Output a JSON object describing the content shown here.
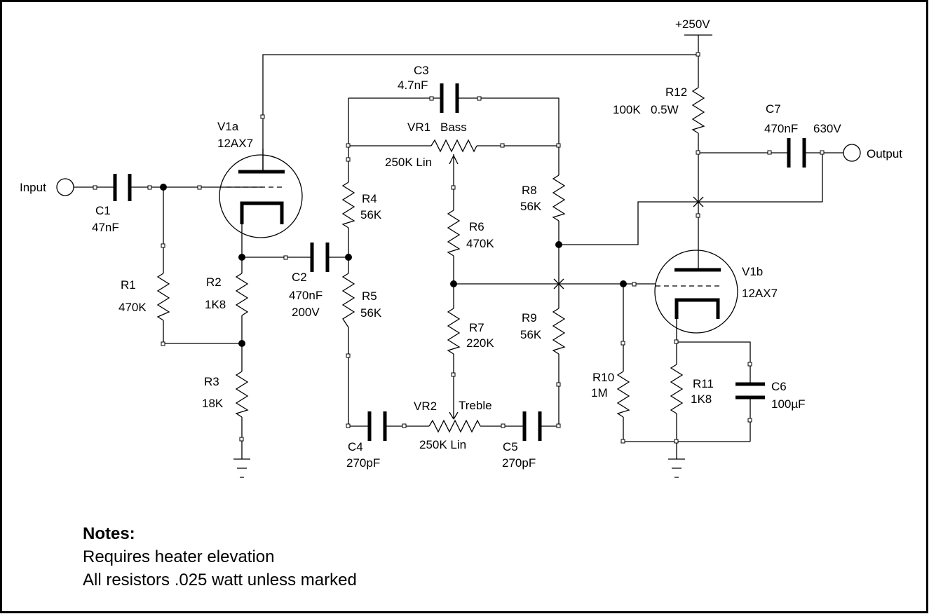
{
  "supply": {
    "label": "+250V"
  },
  "ports": {
    "input": "Input",
    "output": "Output"
  },
  "tubes": [
    {
      "ref": "V1a",
      "type": "12AX7"
    },
    {
      "ref": "V1b",
      "type": "12AX7"
    }
  ],
  "components": {
    "C1": {
      "ref": "C1",
      "value": "47nF"
    },
    "C2": {
      "ref": "C2",
      "value": "470nF",
      "rating": "200V"
    },
    "C3": {
      "ref": "C3",
      "value": "4.7nF"
    },
    "C4": {
      "ref": "C4",
      "value": "270pF"
    },
    "C5": {
      "ref": "C5",
      "value": "270pF"
    },
    "C6": {
      "ref": "C6",
      "value": "100µF"
    },
    "C7": {
      "ref": "C7",
      "value": "470nF",
      "rating": "630V"
    },
    "R1": {
      "ref": "R1",
      "value": "470K"
    },
    "R2": {
      "ref": "R2",
      "value": "1K8"
    },
    "R3": {
      "ref": "R3",
      "value": "18K"
    },
    "R4": {
      "ref": "R4",
      "value": "56K"
    },
    "R5": {
      "ref": "R5",
      "value": "56K"
    },
    "R6": {
      "ref": "R6",
      "value": "470K"
    },
    "R7": {
      "ref": "R7",
      "value": "220K"
    },
    "R8": {
      "ref": "R8",
      "value": "56K"
    },
    "R9": {
      "ref": "R9",
      "value": "56K"
    },
    "R10": {
      "ref": "R10",
      "value": "1M"
    },
    "R11": {
      "ref": "R11",
      "value": "1K8"
    },
    "R12": {
      "ref": "R12",
      "value": "100K",
      "rating": "0.5W"
    },
    "VR1": {
      "ref": "VR1",
      "name": "Bass",
      "value": "250K Lin"
    },
    "VR2": {
      "ref": "VR2",
      "name": "Treble",
      "value": "250K Lin"
    }
  },
  "notes": {
    "title": "Notes:",
    "lines": [
      "Requires heater elevation",
      "All resistors .025 watt unless marked"
    ]
  }
}
